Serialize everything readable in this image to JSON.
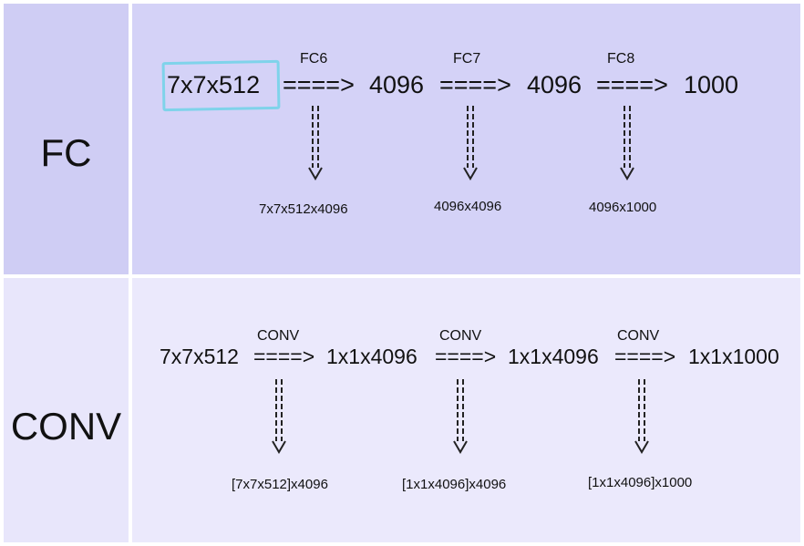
{
  "rows": {
    "fc": {
      "label": "FC",
      "input": "7x7x512",
      "arrow": "====>",
      "stages": [
        {
          "layer": "FC6",
          "output": "4096",
          "weights": "7x7x512x4096"
        },
        {
          "layer": "FC7",
          "output": "4096",
          "weights": "4096x4096"
        },
        {
          "layer": "FC8",
          "output": "1000",
          "weights": "4096x1000"
        }
      ]
    },
    "conv": {
      "label": "CONV",
      "input": "7x7x512",
      "arrow": "====>",
      "stages": [
        {
          "layer": "CONV",
          "output": "1x1x4096",
          "weights": "[7x7x512]x4096"
        },
        {
          "layer": "CONV",
          "output": "1x1x4096",
          "weights": "[1x1x4096]x4096"
        },
        {
          "layer": "CONV",
          "output": "1x1x1000",
          "weights": "[1x1x4096]x1000"
        }
      ]
    }
  },
  "colors": {
    "fc_row": "#d4d2f7",
    "conv_row": "#ebe9fc",
    "highlight": "#7fd3ea"
  }
}
